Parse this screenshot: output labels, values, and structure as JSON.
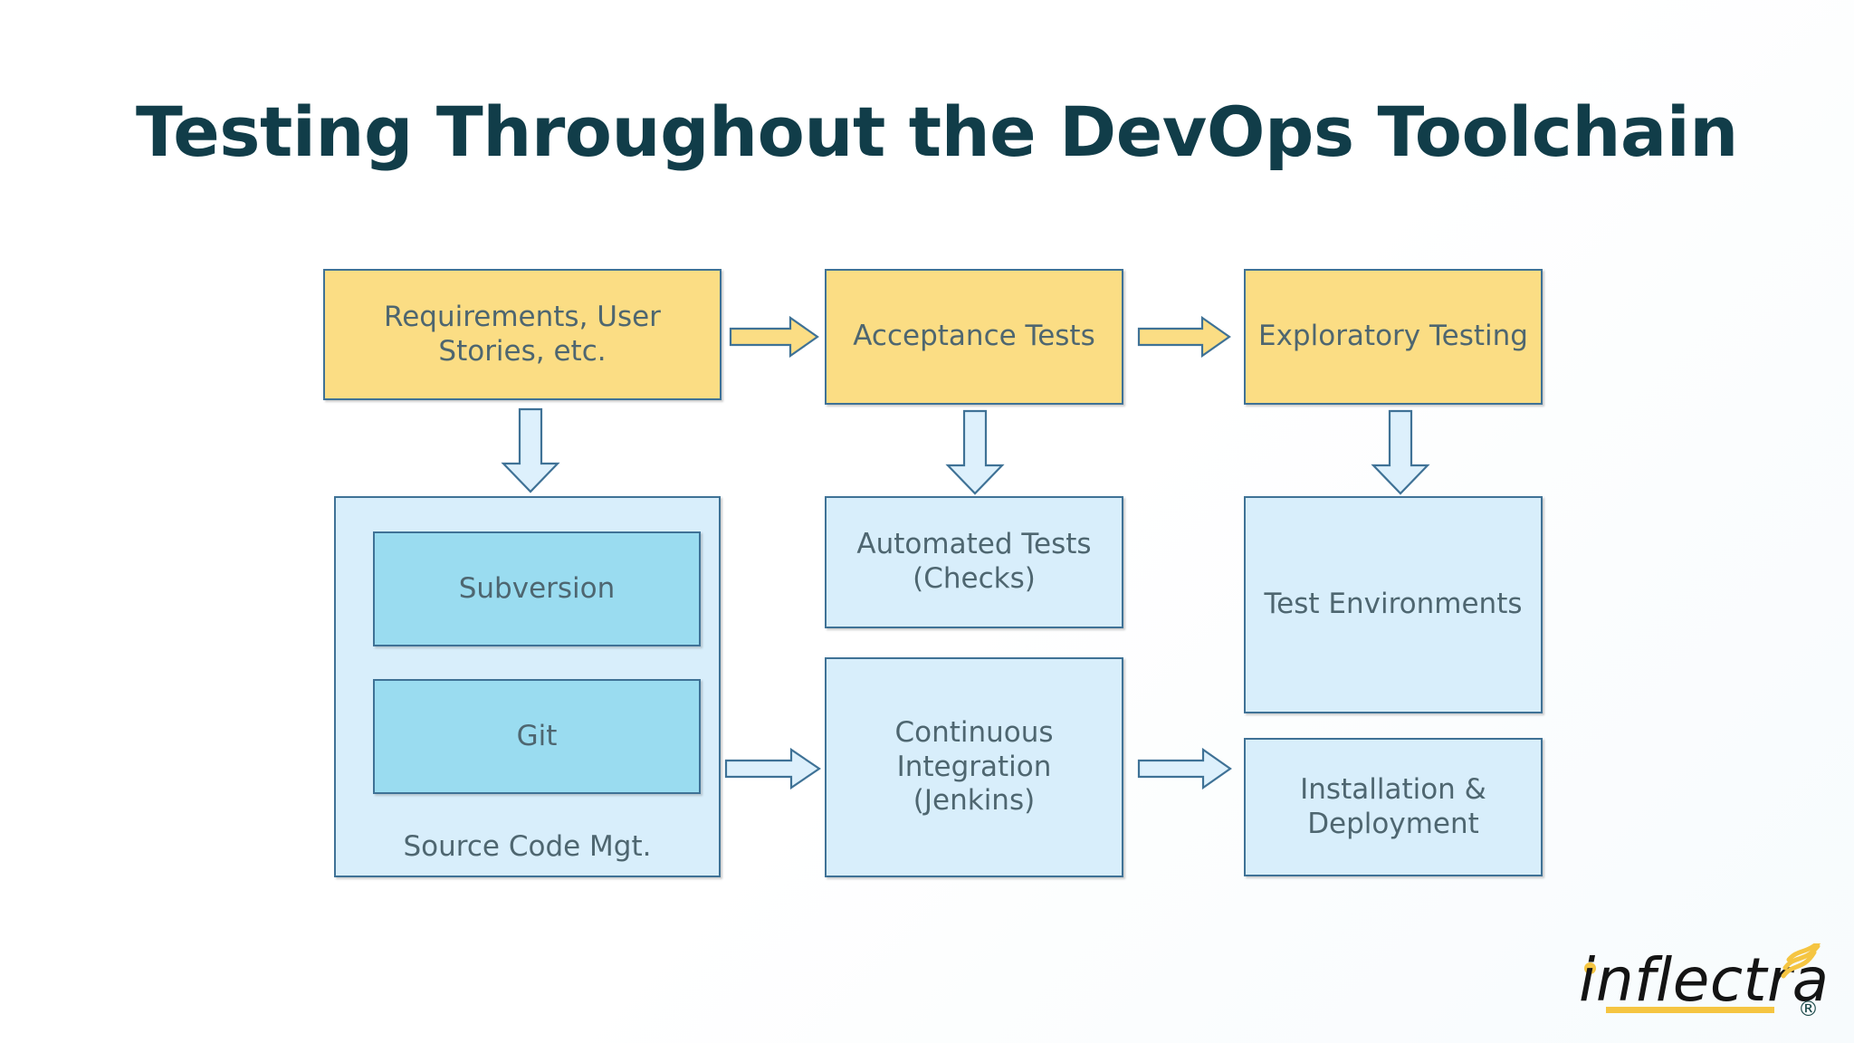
{
  "slide": {
    "title": "Testing Throughout the DevOps Toolchain",
    "background_color": "#ffffff"
  },
  "colors": {
    "title_text": "#113d49",
    "node_text": "#4e6670",
    "yellow_fill": "#fbdd84",
    "blue_fill": "#d8eefb",
    "blue_deep_fill": "#9adcf0",
    "border": "#3f7296",
    "logo_accent": "#f5c542"
  },
  "diagram": {
    "type": "flow",
    "columns": 3,
    "rows": [
      {
        "name": "planning-row",
        "style": "yellow",
        "nodes": [
          {
            "id": "requirements",
            "label": "Requirements, User Stories, etc."
          },
          {
            "id": "acceptance-tests",
            "label": "Acceptance Tests"
          },
          {
            "id": "exploratory-testing",
            "label": "Exploratory Testing"
          }
        ]
      },
      {
        "name": "tooling-row",
        "style": "blue",
        "nodes": [
          {
            "id": "source-code-mgt",
            "label": "Source Code Mgt.",
            "children": [
              {
                "id": "subversion",
                "label": "Subversion"
              },
              {
                "id": "git",
                "label": "Git"
              }
            ]
          },
          {
            "id": "automated-tests",
            "label": "Automated Tests (Checks)"
          },
          {
            "id": "continuous-integration",
            "label": "Continuous Integration (Jenkins)"
          },
          {
            "id": "test-environments",
            "label": "Test Environments"
          },
          {
            "id": "installation-deployment",
            "label": "Installation & Deployment"
          }
        ]
      }
    ],
    "connectors": [
      {
        "id": "req-to-acceptance",
        "from": "requirements",
        "to": "acceptance-tests",
        "direction": "right",
        "style": "yellow"
      },
      {
        "id": "acceptance-to-exploratory",
        "from": "acceptance-tests",
        "to": "exploratory-testing",
        "direction": "right",
        "style": "yellow"
      },
      {
        "id": "req-to-scm",
        "from": "requirements",
        "to": "source-code-mgt",
        "direction": "down",
        "style": "blue"
      },
      {
        "id": "acceptance-to-automated",
        "from": "acceptance-tests",
        "to": "automated-tests",
        "direction": "down",
        "style": "blue"
      },
      {
        "id": "exploratory-to-testenv",
        "from": "exploratory-testing",
        "to": "test-environments",
        "direction": "down",
        "style": "blue"
      },
      {
        "id": "scm-to-ci",
        "from": "source-code-mgt",
        "to": "continuous-integration",
        "direction": "right",
        "style": "blue"
      },
      {
        "id": "ci-to-deployment",
        "from": "continuous-integration",
        "to": "installation-deployment",
        "direction": "right",
        "style": "blue"
      }
    ]
  },
  "logo": {
    "wordmark": "inflectra",
    "registered_mark": "®"
  }
}
